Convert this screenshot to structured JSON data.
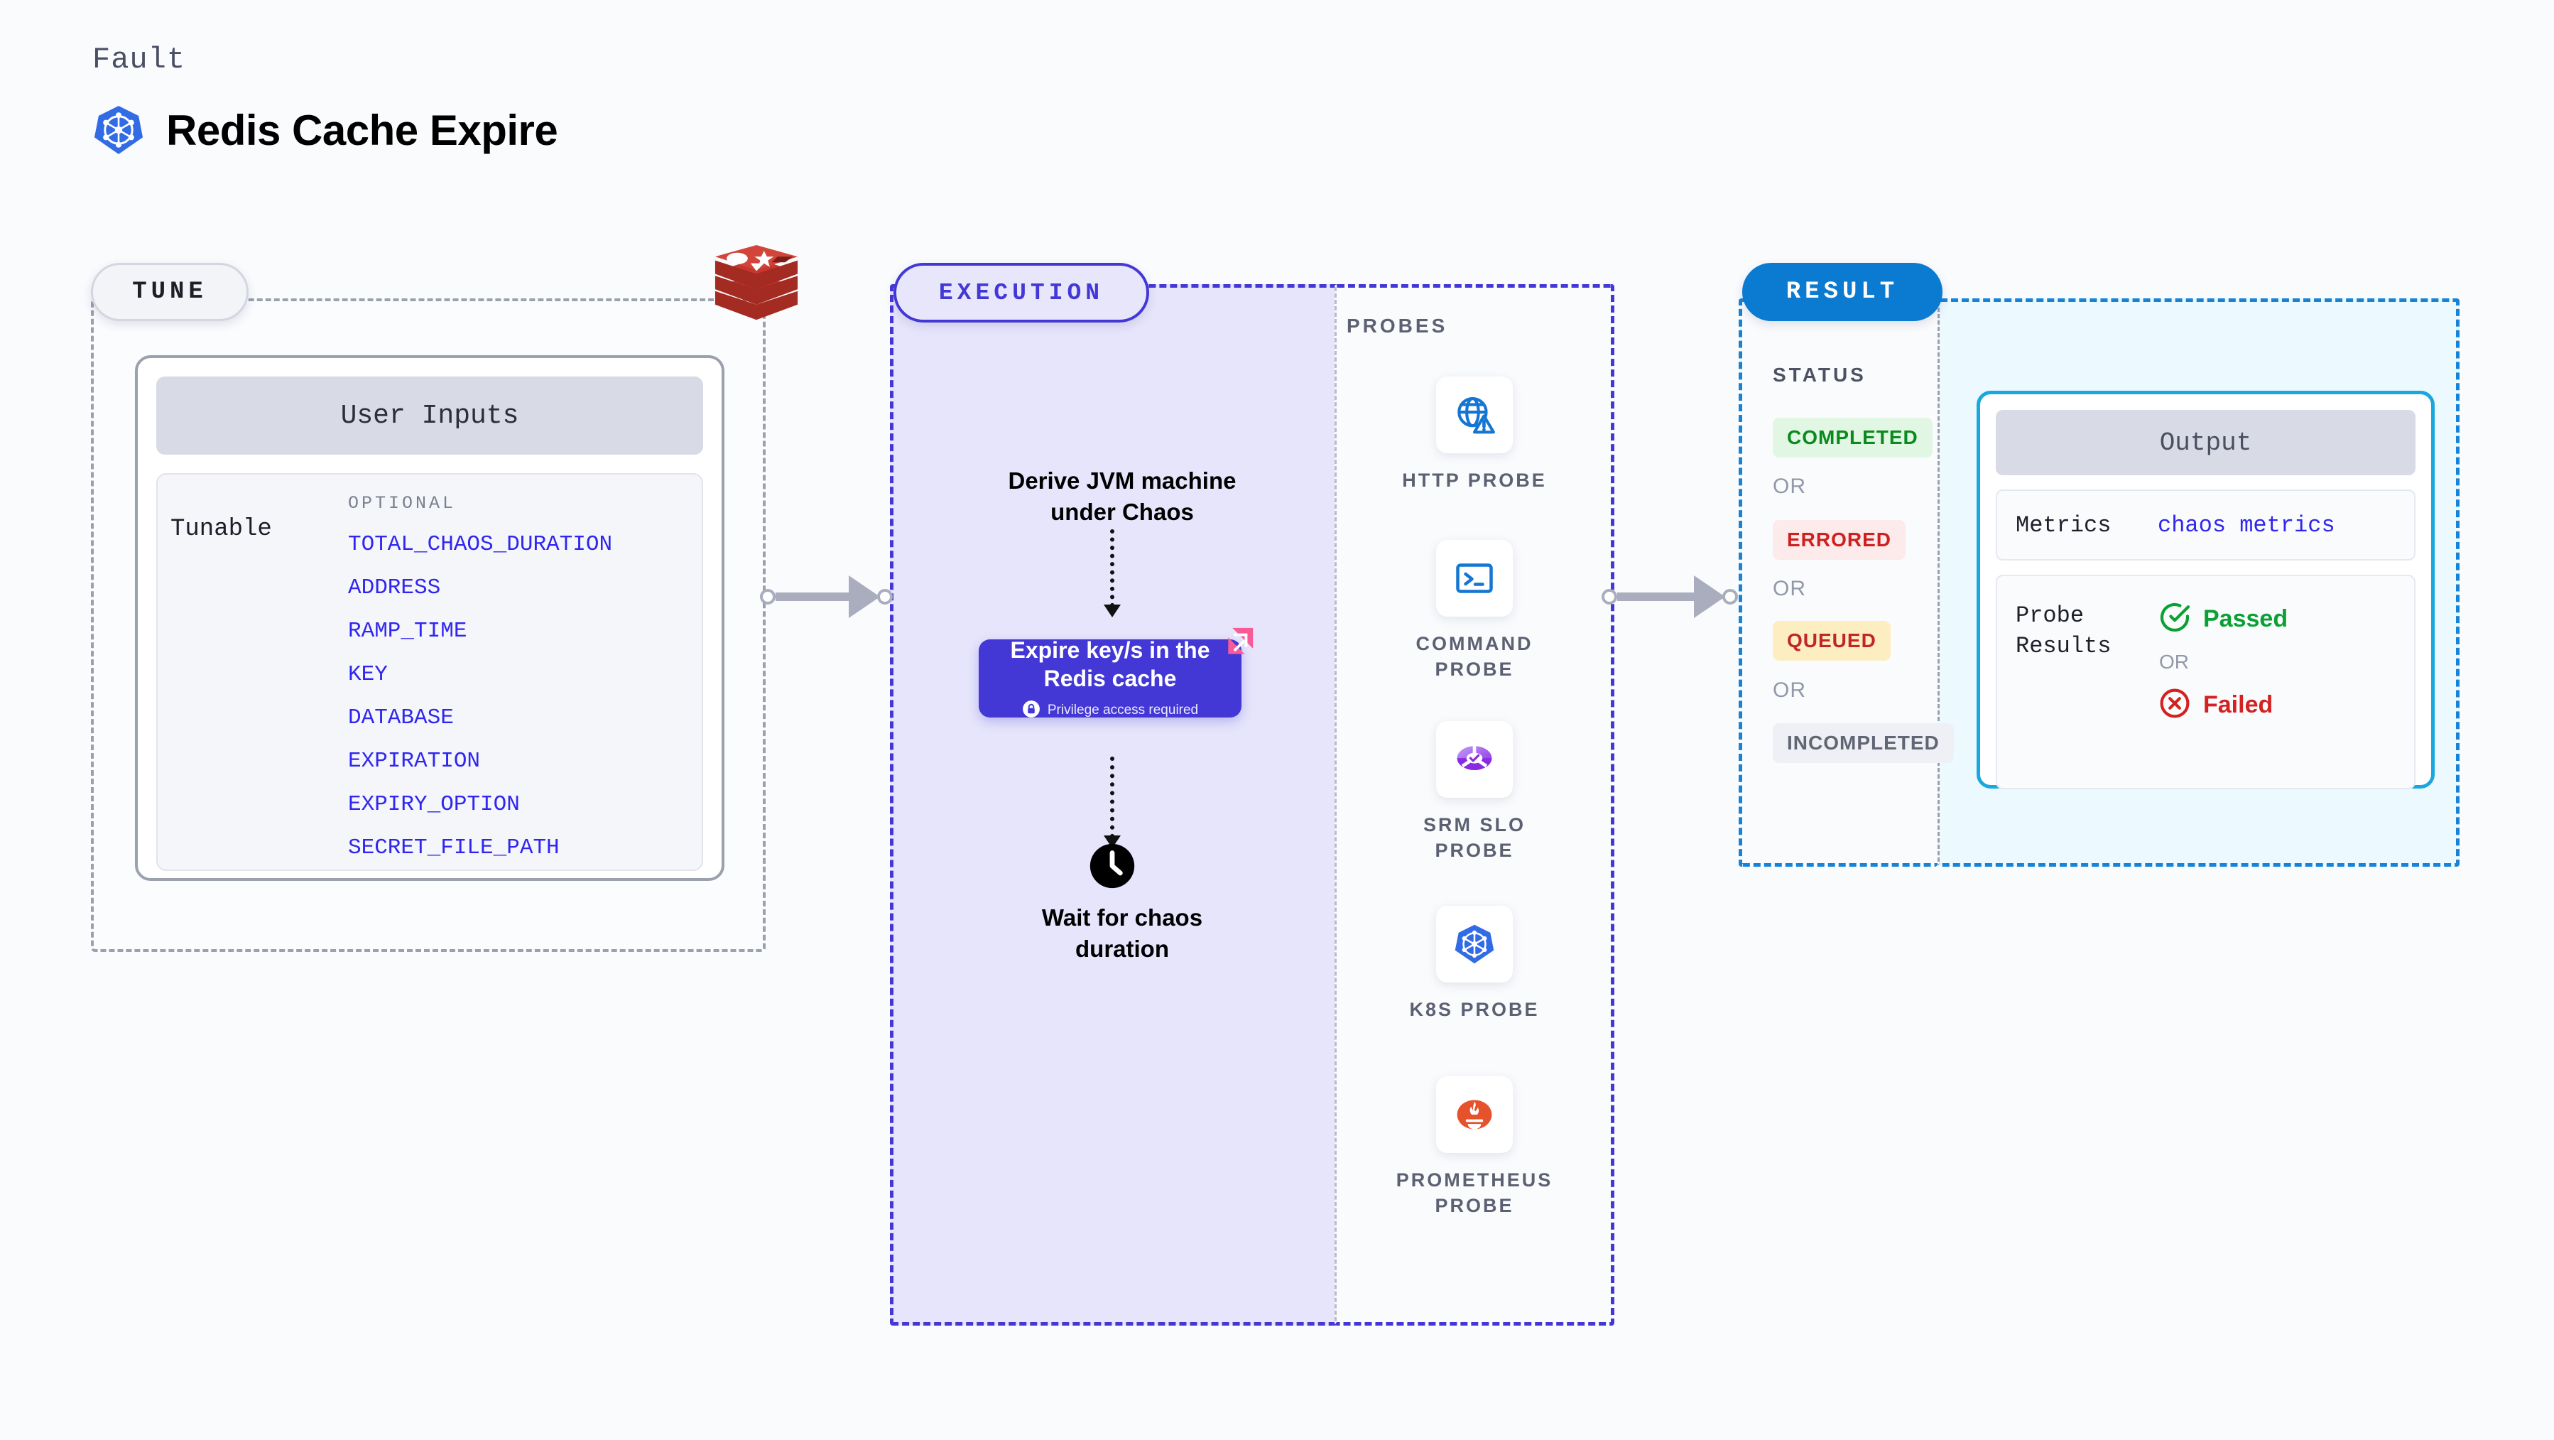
{
  "header": {
    "kicker": "Fault",
    "title": "Redis Cache Expire",
    "logo_icon": "kubernetes-icon"
  },
  "colors": {
    "accent_purple": "#4338d6",
    "accent_blue": "#0b7ad1",
    "accent_cyan": "#19a7e0",
    "param_blue": "#3026ef",
    "passed_green": "#0aa033",
    "failed_red": "#d32222",
    "redis_red": "#b83226",
    "badge_pink": "#fa5a96"
  },
  "tune": {
    "pill_label": "TUNE",
    "source_icon": "redis-icon",
    "card_title": "User Inputs",
    "tunable_label": "Tunable",
    "optional_label": "OPTIONAL",
    "optional_params": [
      "TOTAL_CHAOS_DURATION",
      "ADDRESS",
      "RAMP_TIME",
      "KEY",
      "DATABASE",
      "EXPIRATION",
      "EXPIRY_OPTION",
      "SECRET_FILE_PATH"
    ]
  },
  "execution": {
    "pill_label": "EXECUTION",
    "step_derive": "Derive JVM machine\nunder Chaos",
    "fault_card": {
      "title": "Expire key/s in the\nRedis cache",
      "privilege_note": "Privilege access required",
      "lock_icon": "lock-icon",
      "badge_icon": "harness-fault-badge-icon"
    },
    "step_wait": "Wait for chaos\nduration",
    "clock_icon": "clock-icon"
  },
  "probes": {
    "title": "PROBES",
    "items": [
      {
        "label": "HTTP PROBE",
        "icon": "globe-warning-icon"
      },
      {
        "label": "COMMAND\nPROBE",
        "icon": "terminal-icon"
      },
      {
        "label": "SRM SLO\nPROBE",
        "icon": "srm-slo-icon"
      },
      {
        "label": "K8S PROBE",
        "icon": "kubernetes-icon"
      },
      {
        "label": "PROMETHEUS\nPROBE",
        "icon": "prometheus-icon"
      }
    ]
  },
  "result": {
    "pill_label": "RESULT",
    "status_title": "STATUS",
    "or_label": "OR",
    "statuses": [
      {
        "label": "COMPLETED",
        "text_color": "#0a8a1f",
        "bg_color": "#e1f6e3"
      },
      {
        "label": "ERRORED",
        "text_color": "#cf2020",
        "bg_color": "#fdeaea"
      },
      {
        "label": "QUEUED",
        "text_color": "#c02626",
        "bg_color": "#fdeec2"
      },
      {
        "label": "INCOMPLETED",
        "text_color": "#606674",
        "bg_color": "#eff0f5"
      }
    ],
    "output": {
      "card_title": "Output",
      "metrics_label": "Metrics",
      "metrics_value": "chaos metrics",
      "probe_results_label": "Probe\nResults",
      "passed_label": "Passed",
      "failed_label": "Failed",
      "or_label": "OR",
      "passed_icon": "check-circle-icon",
      "failed_icon": "x-circle-icon"
    }
  }
}
